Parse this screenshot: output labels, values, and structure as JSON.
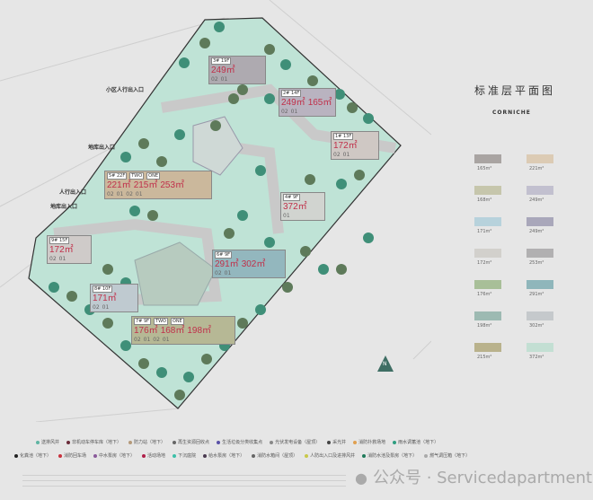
{
  "title": "标准层平面图",
  "brand": "CORNICHE",
  "entrances": [
    "小区人行出入口",
    "地库出入口",
    "人行出入口",
    "地库出入口"
  ],
  "buildings": [
    {
      "tag": "3# 19F",
      "areas": [
        "249㎡"
      ],
      "units": [
        "02",
        "01"
      ]
    },
    {
      "tag": "2# 14F",
      "areas": [
        "249㎡",
        "165㎡"
      ],
      "units": [
        "02",
        "01"
      ]
    },
    {
      "tag": "1# 13F",
      "areas": [
        "172㎡"
      ],
      "units": [
        "02",
        "01"
      ]
    },
    {
      "tag": "5# 22F",
      "areas": [
        "221㎡",
        "215㎡",
        "253㎡"
      ],
      "units": [
        "02",
        "01",
        "02",
        "01"
      ],
      "wings": [
        "TWO",
        "ONE"
      ]
    },
    {
      "tag": "4# 9F",
      "areas": [
        "372㎡"
      ],
      "units": [
        "01"
      ]
    },
    {
      "tag": "6# 9F",
      "areas": [
        "291㎡",
        "302㎡"
      ],
      "units": [
        "02",
        "01"
      ]
    },
    {
      "tag": "9# 15F",
      "areas": [
        "172㎡"
      ],
      "units": [
        "02",
        "01"
      ]
    },
    {
      "tag": "8# 10F",
      "areas": [
        "171㎡"
      ],
      "units": [
        "02",
        "01"
      ]
    },
    {
      "tag": "7# 9F",
      "areas": [
        "176㎡",
        "168㎡",
        "198㎡"
      ],
      "units": [
        "02",
        "01",
        "02",
        "01"
      ],
      "wings": [
        "TWO",
        "ONE"
      ]
    }
  ],
  "north_label": "N",
  "swatches": [
    {
      "label": "165m²",
      "color": "#a9a4a2"
    },
    {
      "label": "221m²",
      "color": "#dccbb4"
    },
    {
      "label": "168m²",
      "color": "#c6c6ac"
    },
    {
      "label": "249m²",
      "color": "#c2c0cf"
    },
    {
      "label": "171m²",
      "color": "#b7d2dc"
    },
    {
      "label": "249m²",
      "color": "#a9a7ba"
    },
    {
      "label": "172m²",
      "color": "#d2d0cc"
    },
    {
      "label": "253m²",
      "color": "#b1b0b1"
    },
    {
      "label": "176m²",
      "color": "#a8bf98"
    },
    {
      "label": "291m²",
      "color": "#8fb6bb"
    },
    {
      "label": "198m²",
      "color": "#9dbab2"
    },
    {
      "label": "302m²",
      "color": "#c5c9cc"
    },
    {
      "label": "215m²",
      "color": "#b9b28c"
    },
    {
      "label": "372m²",
      "color": "#c3dfd3"
    }
  ],
  "legend": [
    {
      "label": "送排风井",
      "color": "#5fb5a3"
    },
    {
      "label": "非机动车停车库（地下）",
      "color": "#6a2b3a"
    },
    {
      "label": "防力站（地下）",
      "color": "#b59a7a"
    },
    {
      "label": "再生资源回收点",
      "color": "#666"
    },
    {
      "label": "生活垃圾分类收集点",
      "color": "#5a52a8"
    },
    {
      "label": "光伏发电设备（屋顶）",
      "color": "#888"
    },
    {
      "label": "采光井",
      "color": "#444"
    },
    {
      "label": "消防扑救场地",
      "color": "#e0a050"
    },
    {
      "label": "雨水调蓄池（地下）",
      "color": "#2f9e80"
    },
    {
      "label": "化粪池（地下）",
      "color": "#222"
    },
    {
      "label": "消防回车场",
      "color": "#c8323e"
    },
    {
      "label": "中水泵房（地下）",
      "color": "#8a5a9a"
    },
    {
      "label": "活动场地",
      "color": "#b0204a"
    },
    {
      "label": "下沉庭院",
      "color": "#3cc0a8"
    },
    {
      "label": "给水泵房（地下）",
      "color": "#4a3a50"
    },
    {
      "label": "消防水箱间（屋顶）",
      "color": "#666"
    },
    {
      "label": "人防出入口及进排风井",
      "color": "#c8c84a"
    },
    {
      "label": "消防水池及泵房（地下）",
      "color": "#1f7a5a"
    },
    {
      "label": "燃气调压箱（地下）",
      "color": "#aaa"
    }
  ],
  "watermark": "公众号 · Servicedapartment"
}
